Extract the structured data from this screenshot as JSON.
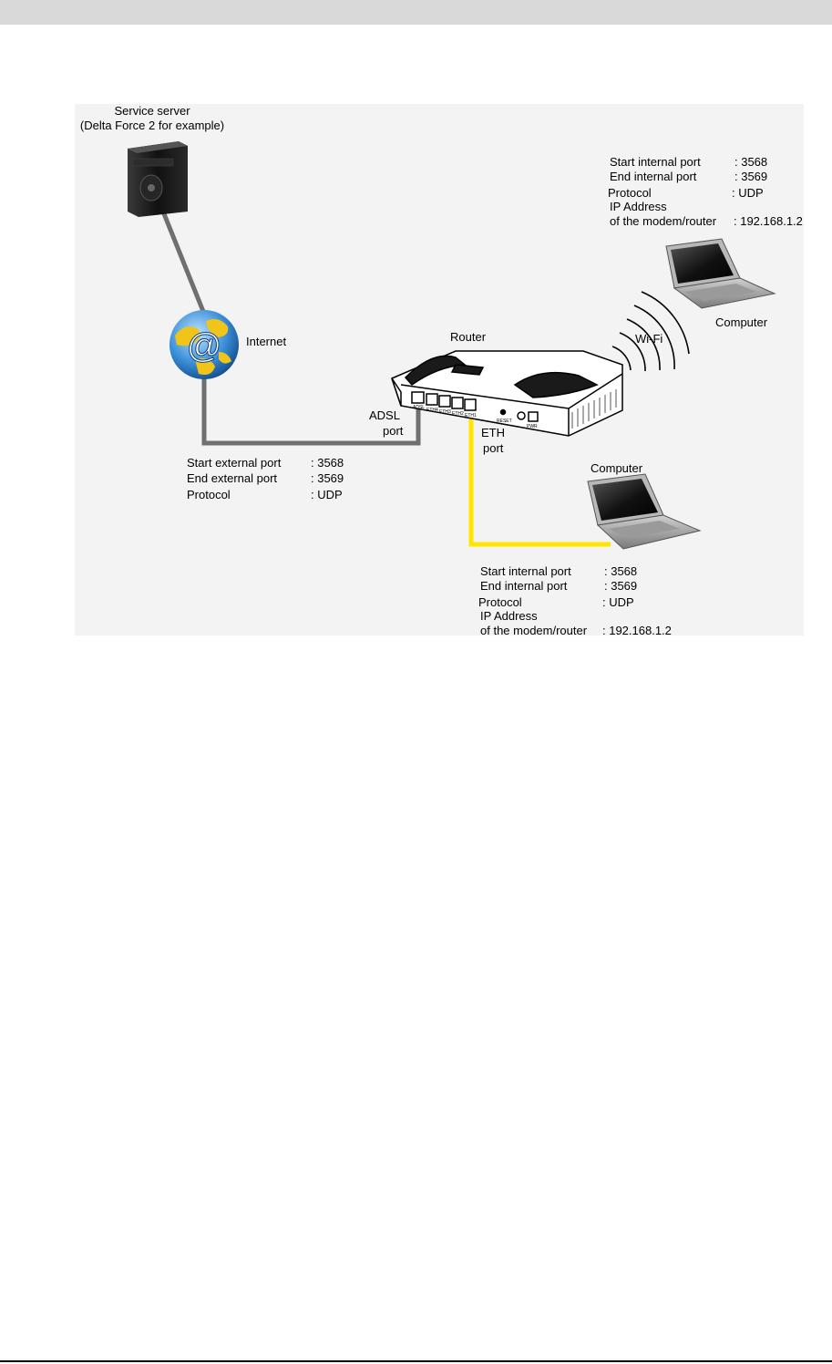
{
  "labels": {
    "server_title": "Service server",
    "server_sub": "(Delta Force 2 for example)",
    "internet": "Internet",
    "router": "Router",
    "wifi": "Wi-Fi",
    "adsl": "ADSL",
    "adsl_port": "port",
    "eth": "ETH",
    "eth_port": "port",
    "computer_wifi": "Computer",
    "computer_eth": "Computer"
  },
  "router_ports": [
    "ADSL",
    "ETH4",
    "ETH3",
    "ETH2",
    "ETH1",
    "RESET",
    "PWR"
  ],
  "external_box": {
    "start_label": "Start external port",
    "start_value": ": 3568",
    "end_label": "End external port",
    "end_value": ": 3569",
    "protocol_label": "Protocol",
    "protocol_value": ": UDP"
  },
  "wifi_box": {
    "start_label": "Start internal port",
    "start_value": ": 3568",
    "end_label": "End internal port",
    "end_value": ": 3569",
    "protocol_label": "Protocol",
    "protocol_value": ": UDP",
    "ip_label_1": "IP Address",
    "ip_label_2": "of the modem/router",
    "ip_value": ": 192.168.1.2"
  },
  "eth_box": {
    "start_label": "Start internal port",
    "start_value": ": 3568",
    "end_label": "End internal port",
    "end_value": ": 3569",
    "protocol_label": "Protocol",
    "protocol_value": ": UDP",
    "ip_label_1": "IP Address",
    "ip_label_2": "of the modem/router",
    "ip_value": ": 192.168.1.2"
  },
  "colors": {
    "panel": "#f3f3f3",
    "adsl_cable": "#6f6f6f",
    "eth_cable": "#ffe600",
    "globe": "#3a8fd8",
    "land": "#f0c419"
  }
}
